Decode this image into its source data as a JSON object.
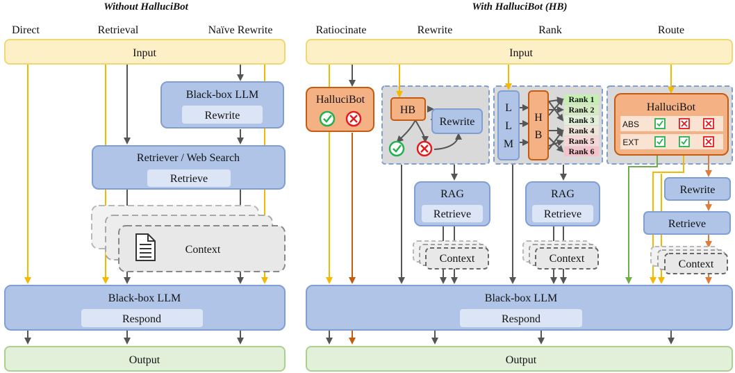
{
  "left": {
    "title": "Without HalluciBot",
    "col_direct": "Direct",
    "col_retrieval": "Retrieval",
    "col_naive": "Naïve Rewrite",
    "input": "Input",
    "rewriter_title": "Black-box LLM",
    "rewriter_sub": "Rewrite",
    "retriever_title": "Retriever / Web Search",
    "retriever_sub": "Retrieve",
    "context": "Context",
    "llm_title": "Black-box LLM",
    "llm_sub": "Respond",
    "output": "Output"
  },
  "right": {
    "title": "With HalluciBot (HB)",
    "col_ratiocinate": "Ratiocinate",
    "col_rewrite": "Rewrite",
    "col_rank": "Rank",
    "col_route": "Route",
    "input": "Input",
    "hallucibot": "HalluciBot",
    "hb": "HB",
    "rewrite": "Rewrite",
    "llm_letters": [
      "L",
      "L",
      "M"
    ],
    "hb_letters": [
      "H",
      "B"
    ],
    "ranks": [
      "Rank 1",
      "Rank 2",
      "Rank 3",
      "Rank 4",
      "Rank 5",
      "Rank 6"
    ],
    "rag": "RAG",
    "retrieve": "Retrieve",
    "context": "Context",
    "route_title": "HalluciBot",
    "route_rows": [
      "ABS",
      "EXT"
    ],
    "route_rewrite": "Rewrite",
    "route_retrieve": "Retrieve",
    "route_context": "Context",
    "llm_title": "Black-box LLM",
    "llm_sub": "Respond",
    "output": "Output"
  },
  "colors": {
    "input_fill": "#fdf0c6",
    "input_stroke": "#f0d76e",
    "box_fill": "#b0c4e8",
    "box_stroke": "#7f9fd3",
    "sub_fill": "#dce5f5",
    "output_fill": "#e2efd9",
    "output_stroke": "#a9d08e",
    "hb_fill": "#f4b183",
    "hb_stroke": "#c55a11",
    "gray_panel": "#d9d9d9",
    "gold_arrow": "#f5b800",
    "dark_arrow": "#555555",
    "orange_arrow": "#c55a11",
    "green_arrow": "#70ad47",
    "check_green": "#22b14c",
    "cross_red": "#e31a1c"
  }
}
